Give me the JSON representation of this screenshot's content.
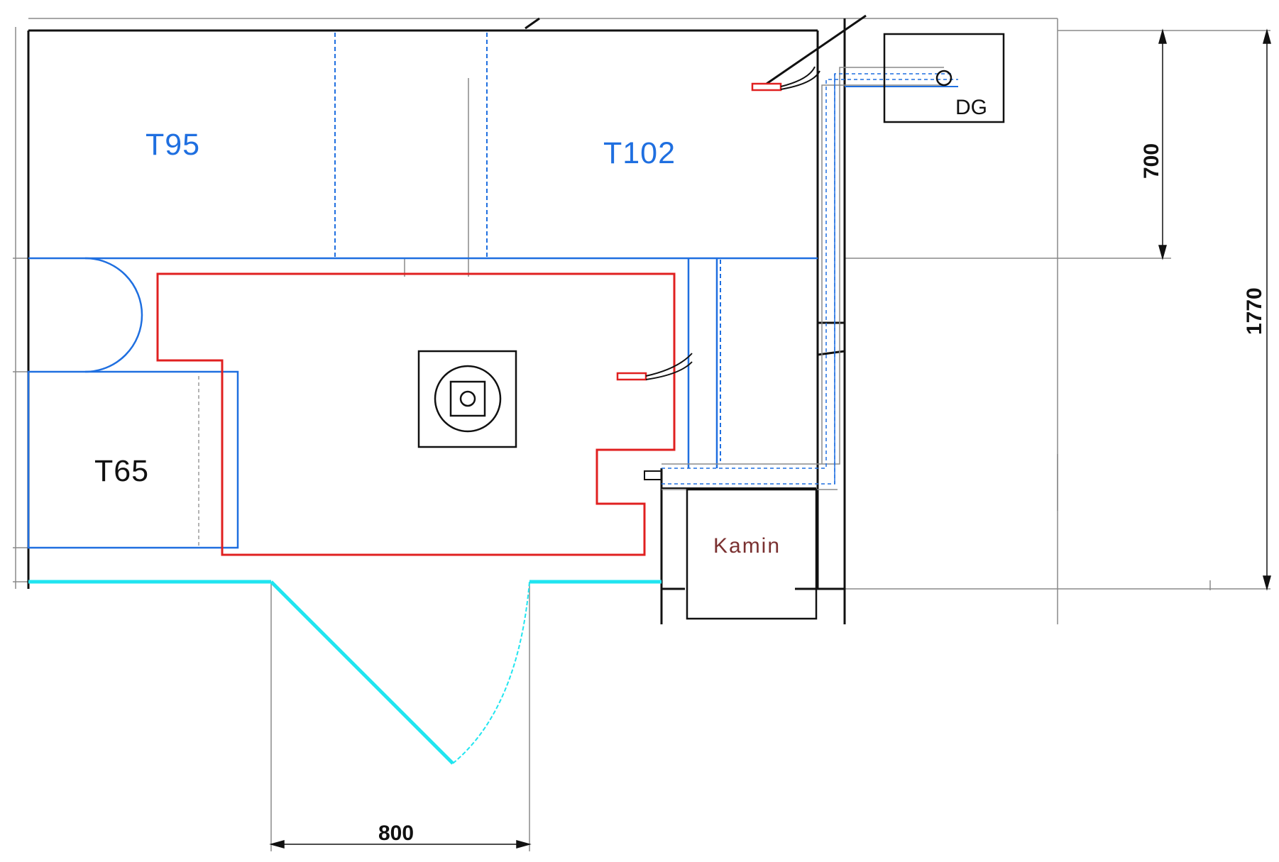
{
  "labels": {
    "t95": "T95",
    "t102": "T102",
    "t65": "T65",
    "dg": "DG",
    "kamin": "Kamin"
  },
  "dimensions": {
    "door_width": "800",
    "height_upper": "700",
    "height_total": "1770"
  },
  "colors": {
    "wall": "#111111",
    "furniture": "#1f6fe0",
    "floor_heating": "#e02020",
    "door": "#20e5f0",
    "dimension": "#888888",
    "kamin_text": "#7a3030"
  }
}
